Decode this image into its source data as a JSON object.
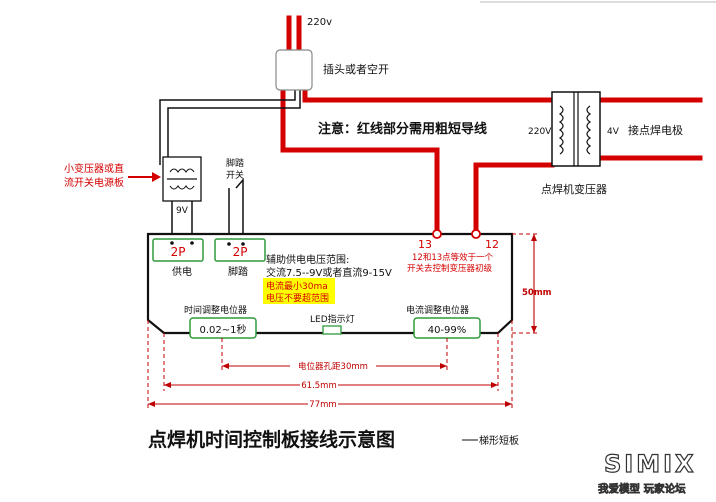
{
  "supply_voltage": "220v",
  "plug_label": "插头或者空开",
  "note": "注意：红线部分需用粗短导线",
  "spot_transformer": {
    "primary": "220V",
    "secondary": "4V",
    "electrode_label": "接点焊电极",
    "caption": "点焊机变压器"
  },
  "aux_supply_label": [
    "小变压器或直",
    "流开关电源板"
  ],
  "aux_transformer_voltage": "9V",
  "foot_switch_label": [
    "脚踏",
    "开关"
  ],
  "board": {
    "connector_power": {
      "name": "2P",
      "caption": "供电"
    },
    "connector_foot": {
      "name": "2P",
      "caption": "脚踏"
    },
    "aux_range_title": "辅助供电电压范围:",
    "aux_range_value": "交流7.5--9V或者直流9-15V",
    "warn_current": "电流最小30ma",
    "warn_voltage": "电压不要超范围",
    "terminal_13": "13",
    "terminal_12": "12",
    "terminal_note": [
      "12和13点等效于一个",
      "开关去控制变压器初级"
    ],
    "time_pot_label": "时间调整电位器",
    "time_pot_value": "0.02~1秒",
    "led_label": "LED指示灯",
    "current_pot_label": "电流调整电位器",
    "current_pot_value": "40-99%"
  },
  "dimensions": {
    "height": "50mm",
    "pot_spacing": "电位器孔距30mm",
    "inner_width": "61.5mm",
    "total_width": "77mm"
  },
  "title": "点焊机时间控制板接线示意图",
  "title_suffix": "梯形短板",
  "watermark": {
    "logo": "SIMIX",
    "tagline": "我爱模型 玩家论坛"
  },
  "colors": {
    "red": "#d40000",
    "black": "#111111",
    "green": "#2e9a3a",
    "dim": "#c00000",
    "grey": "#555555"
  }
}
